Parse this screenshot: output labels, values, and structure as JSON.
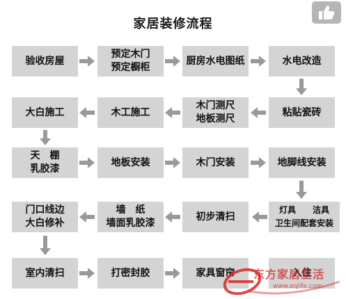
{
  "diagram": {
    "title": "家居装修流程",
    "steps": [
      {
        "lines": [
          "验收房屋"
        ]
      },
      {
        "lines": [
          "预定木门",
          "预定橱柜"
        ]
      },
      {
        "lines": [
          "厨房水电图纸"
        ]
      },
      {
        "lines": [
          "水电改造"
        ]
      },
      {
        "lines": [
          "粘贴瓷砖"
        ]
      },
      {
        "lines": [
          "木门测尺",
          "地板测尺"
        ]
      },
      {
        "lines": [
          "木工施工"
        ]
      },
      {
        "lines": [
          "大白施工"
        ]
      },
      {
        "lines": [
          "天　棚",
          "乳胶漆"
        ]
      },
      {
        "lines": [
          "地板安装"
        ]
      },
      {
        "lines": [
          "木门安装"
        ]
      },
      {
        "lines": [
          "地脚线安装"
        ]
      },
      {
        "lines": [
          "灯具　　洁具",
          "卫生间配套安装"
        ]
      },
      {
        "lines": [
          "初步清扫"
        ]
      },
      {
        "lines": [
          "墙　纸",
          "墙面乳胶漆"
        ]
      },
      {
        "lines": [
          "门口线边",
          "大白修补"
        ]
      },
      {
        "lines": [
          "室内清扫"
        ]
      },
      {
        "lines": [
          "打密封胶"
        ]
      },
      {
        "lines": [
          "家具窗帘"
        ]
      },
      {
        "lines": [
          "入住"
        ]
      }
    ]
  },
  "watermark": {
    "text": "东方家居生活",
    "url": "www.eqlife.com"
  },
  "icons": {
    "like": "thumbs-up-icon",
    "arrow": "arrow-icon"
  },
  "colors": {
    "box_fill": "#d4d4d4",
    "arrow_fill": "#999999",
    "watermark": "#d62828"
  }
}
